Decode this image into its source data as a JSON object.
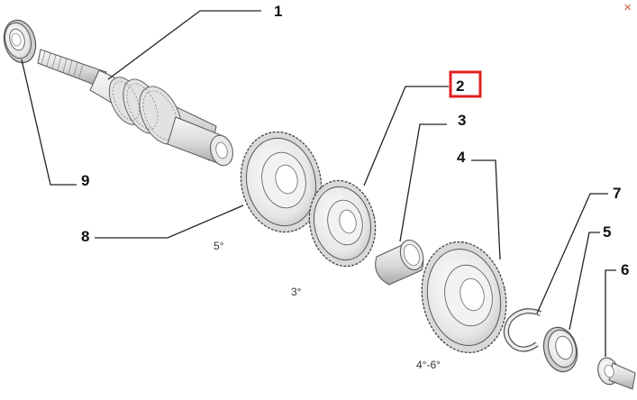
{
  "window": {
    "close_icon": "close-icon",
    "close_glyph": "✕",
    "close_color": "#d05a3a"
  },
  "diagram": {
    "highlight_color": "#e02020",
    "callouts": [
      "1",
      "2",
      "3",
      "4",
      "5",
      "6",
      "7",
      "8",
      "9"
    ],
    "highlighted_callout": "2",
    "gear_labels": [
      "5°",
      "3°",
      "4°-6°"
    ]
  }
}
